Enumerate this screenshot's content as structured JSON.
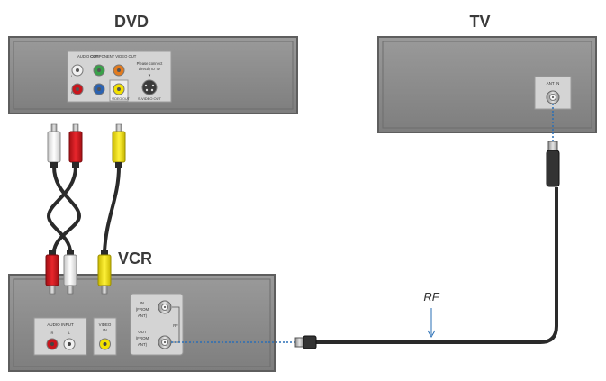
{
  "devices": {
    "dvd": {
      "title": "DVD",
      "audio_out_label": "AUDIO OUT",
      "audio_l": "L",
      "audio_r": "R",
      "component_label": "COMPONENT VIDEO OUT",
      "note_line1": "Please connect",
      "note_line2": "directly to TV",
      "s_video_label": "S-VIDEO OUT",
      "video_out_label": "VIDEO OUT"
    },
    "tv": {
      "title": "TV",
      "ant_in_label": "ANT IN"
    },
    "vcr": {
      "title": "VCR",
      "audio_input_label": "AUDIO INPUT",
      "audio_r": "R",
      "audio_l": "L",
      "video_in_line1": "VIDEO",
      "video_in_line2": "IN",
      "in_line1": "IN",
      "in_line2": "(FROM",
      "in_line3": "ANT)",
      "out_line1": "OUT",
      "out_line2": "(FROM",
      "out_line3": "ANT)",
      "rf_small": "RF"
    }
  },
  "cable_label": "RF",
  "colors": {
    "device_body": "#8a8a8a",
    "device_border": "#5e5e5e",
    "panel": "#d4d4d4",
    "cable": "#2a2a2a",
    "plug_white": "#f2f2f2",
    "plug_red": "#d71920",
    "plug_yellow": "#f5e400",
    "signal_blue": "#2a6fb5"
  }
}
